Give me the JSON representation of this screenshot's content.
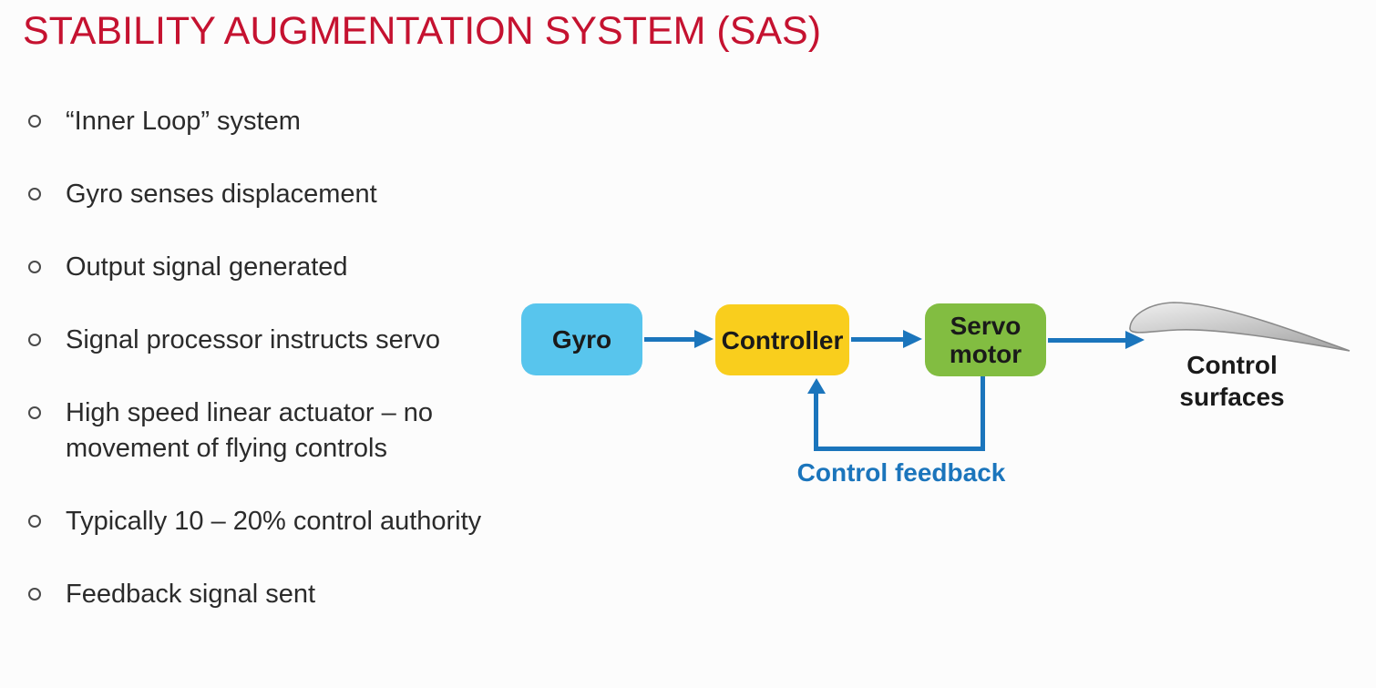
{
  "slide": {
    "title": "STABILITY AUGMENTATION SYSTEM (SAS)",
    "bullets": [
      "“Inner Loop” system",
      "Gyro senses displacement",
      "Output signal generated",
      "Signal processor instructs servo",
      "High speed linear actuator – no movement of flying controls",
      "Typically 10 – 20% control authority",
      "Feedback signal sent"
    ]
  },
  "diagram": {
    "nodes": [
      {
        "id": "gyro",
        "label": "Gyro",
        "color": "#58c5ed"
      },
      {
        "id": "controller",
        "label": "Controller",
        "color": "#f9ce1d"
      },
      {
        "id": "servo-motor",
        "label": "Servo motor",
        "color": "#82bd41"
      },
      {
        "id": "control-surfaces",
        "label": "Control surfaces",
        "icon": "airfoil-icon"
      }
    ],
    "flow": [
      "Gyro",
      "Controller",
      "Servo motor",
      "Control surfaces"
    ],
    "feedback_label": "Control feedback",
    "arrow_color": "#1b75bc"
  },
  "colors": {
    "title": "#c51230",
    "body_text": "#2b2b2b",
    "background": "#fcfcfc",
    "airfoil_fill_light": "#ececec",
    "airfoil_fill_dark": "#ababab",
    "airfoil_stroke": "#8a8a8a"
  }
}
